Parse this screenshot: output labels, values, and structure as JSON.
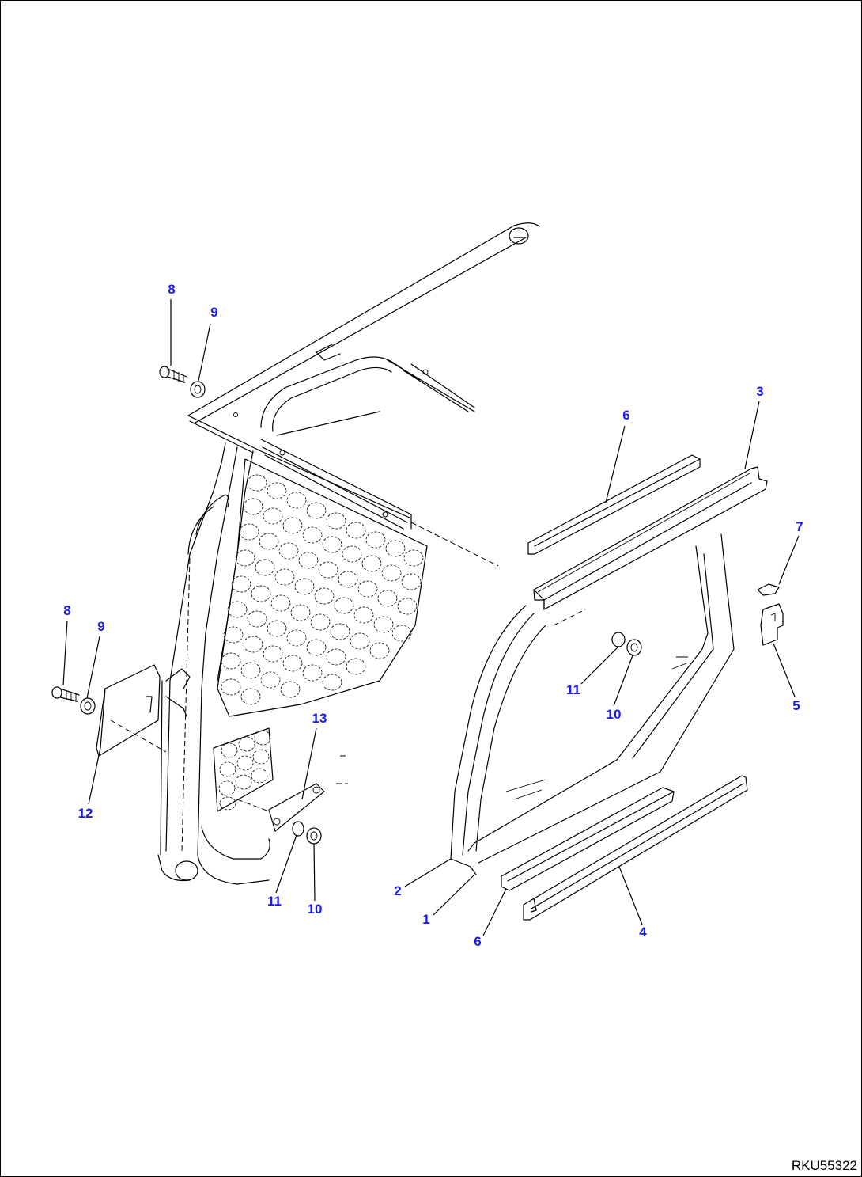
{
  "callouts": {
    "c1": "1",
    "c2": "2",
    "c3": "3",
    "c4": "4",
    "c5": "5",
    "c6a": "6",
    "c6b": "6",
    "c7": "7",
    "c8a": "8",
    "c8b": "8",
    "c9a": "9",
    "c9b": "9",
    "c10a": "10",
    "c10b": "10",
    "c11a": "11",
    "c11b": "11",
    "c12": "12",
    "c13": "13"
  },
  "drawing_code": "RKU55322",
  "colors": {
    "callout": "#1a1aee",
    "lines": "#000000",
    "background": "#ffffff"
  }
}
